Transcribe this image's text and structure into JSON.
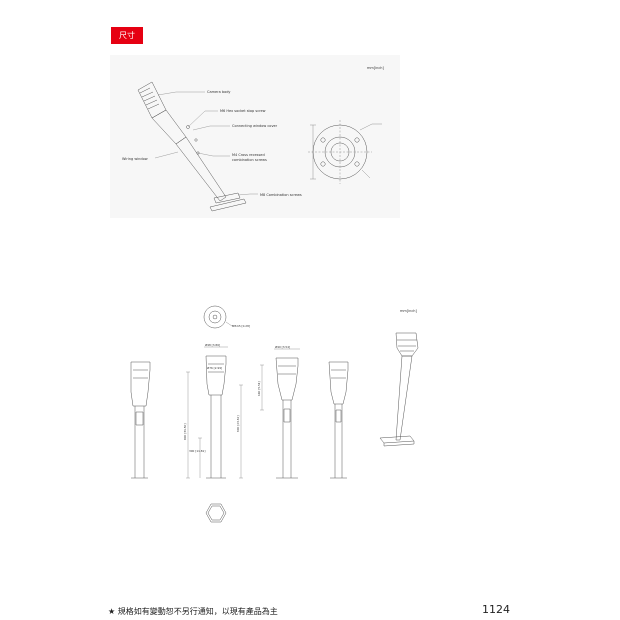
{
  "section_tag": "尺寸",
  "top_drawing": {
    "unit_label": "mm[inch]",
    "callouts": {
      "camera_body": "Camera body",
      "hex_screw": "M6 Hex socket stop screw",
      "window_cover": "Connecting window cover",
      "wiring_window": "Wiring window",
      "cross_screw_line1": "M4 Cross recessed",
      "cross_screw_line2": "combination screws",
      "m8_screw": "M8 Combination screws"
    }
  },
  "bottom_drawing": {
    "unit_label": "mm[inch]",
    "dim_top": "M7.15 [0.28]",
    "dim_a": "Ø98 [3.86]",
    "dim_b": "Ø76 [2.99]",
    "dim_c": "Ø90 [3.54]",
    "dim_total": "800 [31.50]",
    "dim_lower": "300 [11.81]",
    "dim_right": "600 [23.62]",
    "dim_side": "140 [5.51]"
  },
  "footer": {
    "note": "★ 規格如有變動恕不另行通知，以現有產品為主",
    "page_number": "1124"
  }
}
